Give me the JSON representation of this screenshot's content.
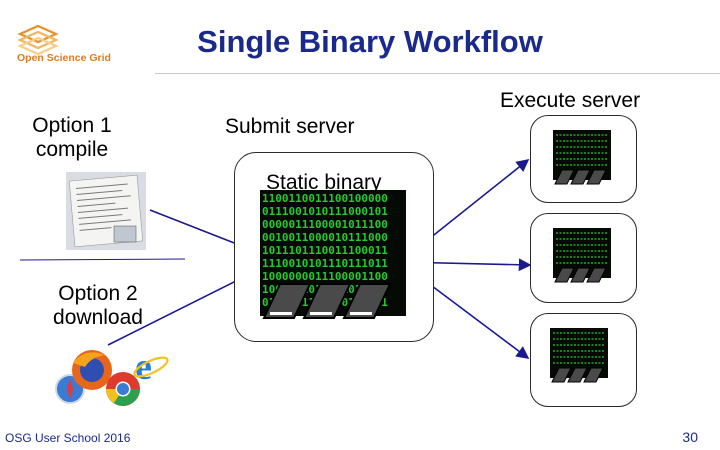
{
  "logo": {
    "text": "Open Science Grid",
    "icon": "osg-logo-icon",
    "color": "#e07b1f"
  },
  "title": "Single Binary Workflow",
  "option1": {
    "line1": "Option 1",
    "line2": "compile"
  },
  "option2": {
    "line1": "Option 2",
    "line2": "download"
  },
  "submit_server": {
    "label": "Submit server"
  },
  "static_binary": {
    "label": "Static binary"
  },
  "execute_server": {
    "label": "Execute server"
  },
  "footer": {
    "text": "OSG User School 2016",
    "page": "30"
  },
  "colors": {
    "title": "#1a2a8c",
    "arrow": "#1a1a8c",
    "binary_green": "#28c832"
  },
  "icons": [
    "compiler-paper-icon",
    "firefox-icon",
    "safari-icon",
    "chrome-icon",
    "ie-icon",
    "binary-code-icon",
    "server-icon"
  ]
}
